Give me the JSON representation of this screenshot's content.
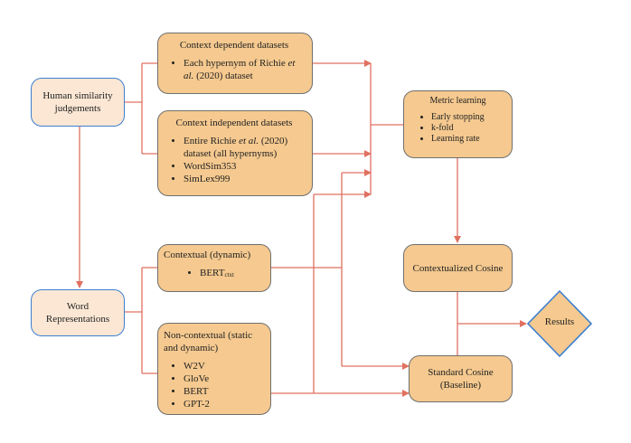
{
  "nodes": {
    "human": {
      "lines": [
        "Human similarity",
        "judgements"
      ]
    },
    "word_repr": {
      "lines": [
        "Word",
        "Representations"
      ]
    },
    "ctx_dep": {
      "title": "Context dependent datasets",
      "item1_pre": "Each hypernym of Richie ",
      "item1_em": "et al.",
      "item1_post": " (2020) dataset"
    },
    "ctx_indep": {
      "title": "Context independent datasets",
      "item1_pre": "Entire Richie ",
      "item1_em": "et al.",
      "item1_post": " (2020) dataset (all hypernyms)",
      "item2": "WordSim353",
      "item3": "SimLex999"
    },
    "contextual": {
      "title": "Contextual (dynamic)",
      "item_main": "BERT",
      "item_sub": "ctxt"
    },
    "noncontextual": {
      "title": "Non-contextual (static and dynamic)",
      "items": [
        "W2V",
        "GloVe",
        "BERT",
        "GPT-2"
      ]
    },
    "metric": {
      "title": "Metric learning",
      "items": [
        "Early stopping",
        "k-fold",
        "Learning rate"
      ]
    },
    "ctx_cosine": {
      "label": "Contextualized Cosine"
    },
    "std_cosine": {
      "lines": [
        "Standard Cosine",
        "(Baseline)"
      ]
    },
    "results": {
      "label": "Results"
    }
  },
  "colors": {
    "box_fill": "#f5c98f",
    "box_border": "#6f6f6f",
    "blue_border": "#3d7fd0",
    "blue_fill": "#fbe7d4",
    "arrow": "#e07060"
  }
}
